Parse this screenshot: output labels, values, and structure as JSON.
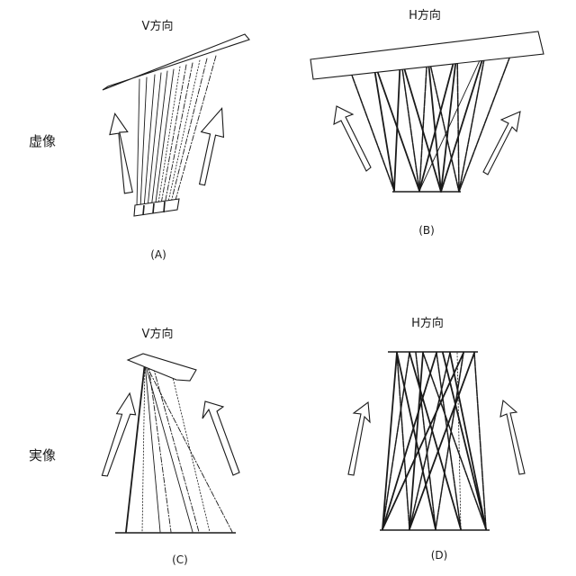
{
  "panels": {
    "a": {
      "title": "V方向",
      "caption": "(A)"
    },
    "b": {
      "title": "H方向",
      "caption": "(B)"
    },
    "c": {
      "title": "V方向",
      "caption": "(C)"
    },
    "d": {
      "title": "H方向",
      "caption": "(D)"
    }
  },
  "row_labels": {
    "virtual": "虚像",
    "real": "実像"
  },
  "colors": {
    "line": "#1a1a1a",
    "background": "#ffffff"
  }
}
